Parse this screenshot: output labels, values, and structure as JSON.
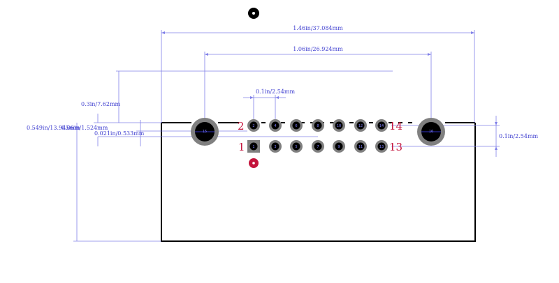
{
  "dimensions": {
    "overall_width": "1.46in/37.084mm",
    "mount_hole_spacing": "1.06in/26.924mm",
    "pitch_horizontal": "0.1in/2.54mm",
    "pitch_vertical": "0.1in/2.54mm",
    "pin_row_offset": "0.3in/7.62mm",
    "overall_height": "0.549in/13.945mm",
    "pad_size": "0.06in/1.524mm",
    "hole_diameter": "0.021in/0.533mm"
  },
  "pin_labels": {
    "top_left": "2",
    "top_right": "14",
    "bottom_left": "1",
    "bottom_right": "13"
  },
  "pad_numbers": {
    "top_row": [
      "2",
      "4",
      "6",
      "8",
      "10",
      "12",
      "14"
    ],
    "bottom_row": [
      "1",
      "3",
      "5",
      "7",
      "9",
      "11",
      "13"
    ],
    "mount_left": "15",
    "mount_right": "16"
  },
  "colors": {
    "pad_ring": "#808080",
    "pad_hole": "#000000",
    "pin1_marker": "#c4143c",
    "dimension": "#8080e8",
    "label": "#c4143c"
  }
}
